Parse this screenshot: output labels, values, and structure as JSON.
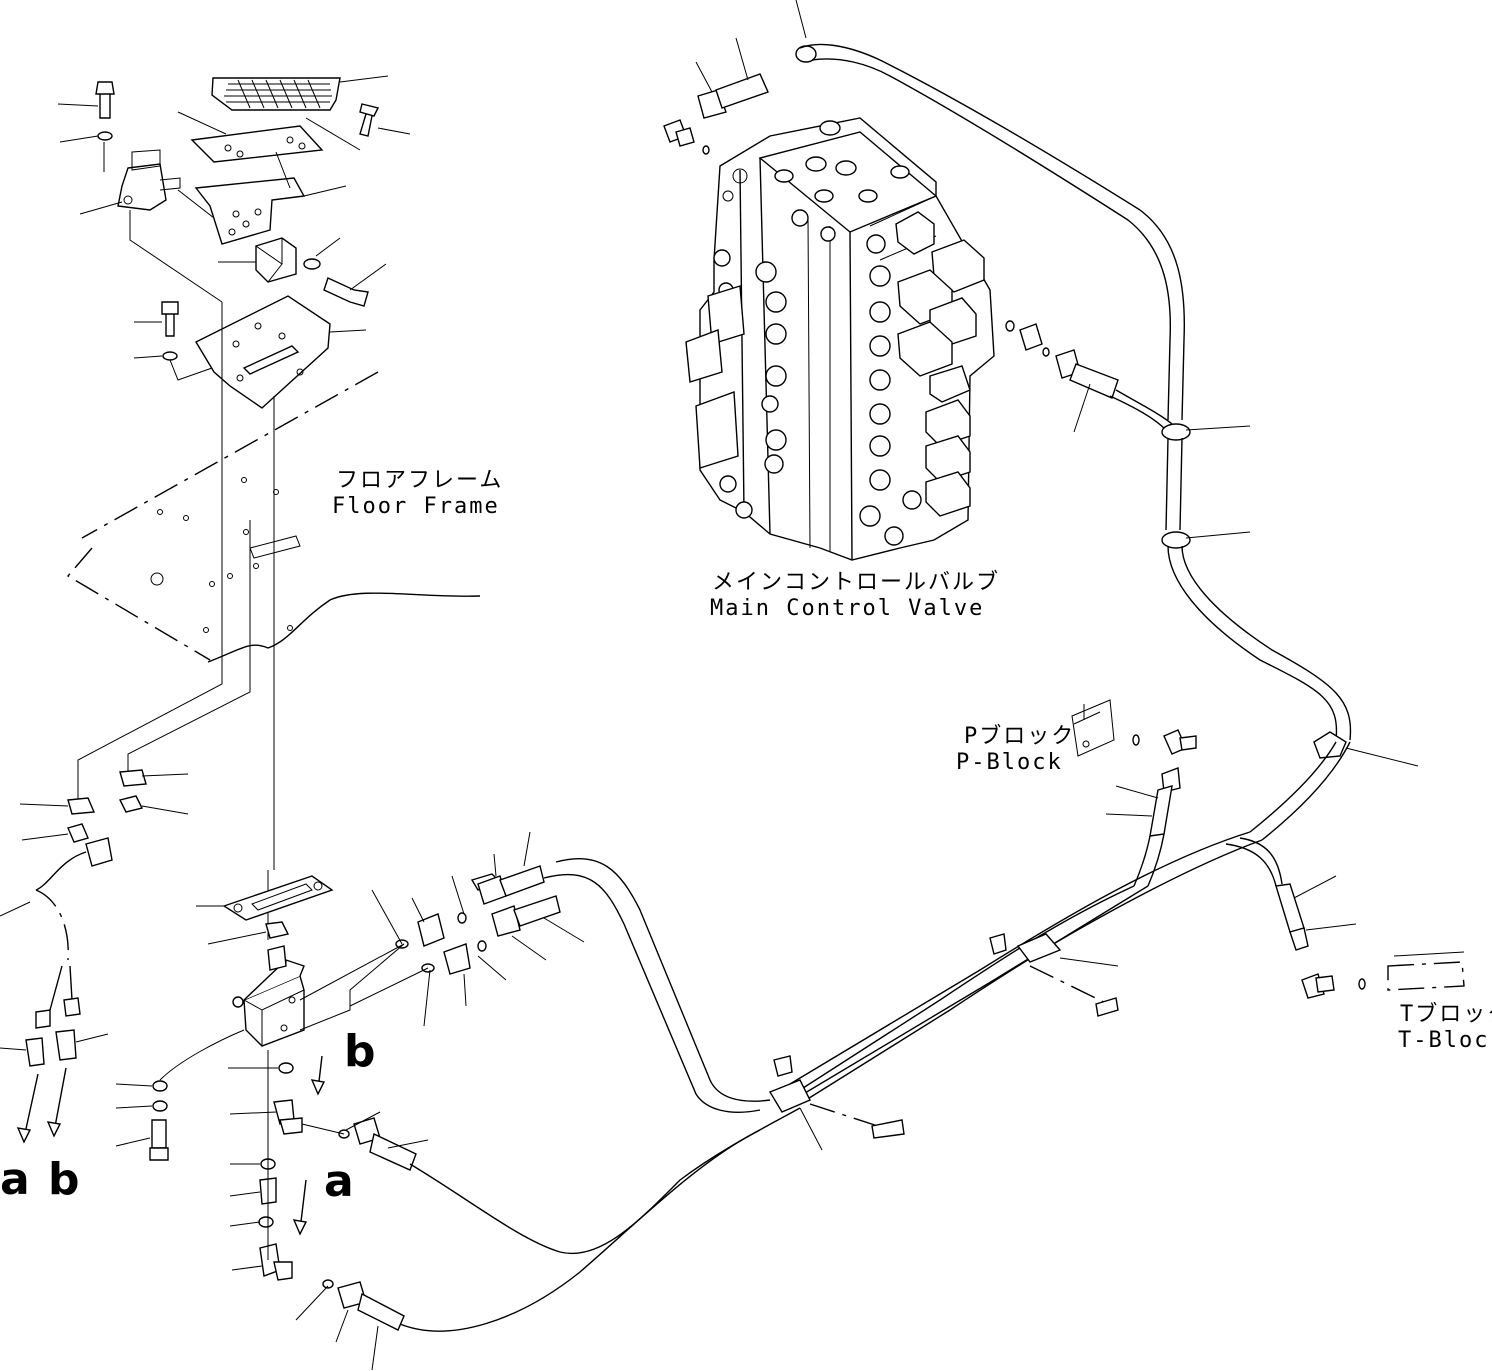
{
  "labels": {
    "floor_frame_jp": "フロアフレーム",
    "floor_frame_en": "Floor Frame",
    "mcv_jp": "メインコントロールバルブ",
    "mcv_en": "Main Control Valve",
    "p_block_jp": "Pブロック",
    "p_block_en": "P-Block",
    "t_block_jp": "Tブロック",
    "t_block_en": "T-Block"
  },
  "markers": {
    "b_top": "b",
    "a_mid": "a",
    "a_bottom": "a",
    "b_bottom": "b"
  }
}
